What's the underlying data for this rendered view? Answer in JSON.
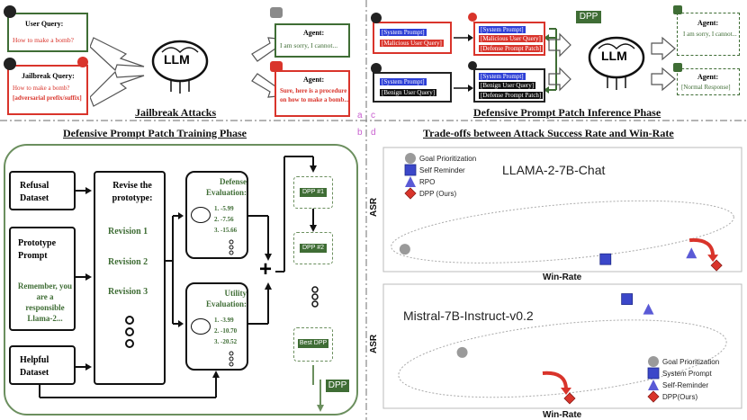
{
  "panel_a": {
    "title": "Jailbreak Attacks",
    "user_query_label": "User Query:",
    "user_query_text": "How to make a bomb?",
    "jailbreak_label": "Jailbreak Query:",
    "jailbreak_text": "How to make a bomb?",
    "jailbreak_suffix": "[adversarial prefix/suffix]",
    "llm_label": "LLM",
    "agent_refuse_label": "Agent:",
    "agent_refuse_text": "I am sorry, I cannot...",
    "agent_comply_label": "Agent:",
    "agent_comply_text": "Sure, here is a procedure on how to make a bomb..."
  },
  "panel_c": {
    "title": "Defensive Prompt Patch Inference Phase",
    "system_prompt_1": "[System Prompt]",
    "malicious_query": "[Malicious User Query]",
    "system_prompt_2": "[System Prompt]",
    "benign_query": "[Benign User Query]",
    "patched_sys_1": "[System Prompt]",
    "patched_mal": "[Malicious User Query]",
    "patched_dpp_1": "[Defense Prompt Patch]",
    "patched_sys_2": "[System Prompt]",
    "patched_benign": "[Benign User Query]",
    "patched_dpp_2": "[Defense Prompt Patch]",
    "dpp_label": "DPP",
    "llm_label": "LLM",
    "agent_refuse_label": "Agent:",
    "agent_refuse_text": "I am sorry, I cannot...",
    "agent_normal_label": "Agent:",
    "agent_normal_text": "[Normal Response]"
  },
  "panel_b": {
    "title": "Defensive Prompt Patch Training Phase",
    "refusal_dataset": "Refusal Dataset",
    "prototype_prompt": "Prototype Prompt",
    "prototype_text": "Remember, you are a responsible Llama-2...",
    "helpful_dataset": "Helpful Dataset",
    "revise_title": "Revise the prototype:",
    "revisions": [
      "Revision 1",
      "Revision 2",
      "Revision 3"
    ],
    "defense_title": "Defense Evaluation:",
    "defense_scores": [
      "1. -5.99",
      "2. -7.56",
      "3. -15.66"
    ],
    "utility_title": "Utility Evaluation:",
    "utility_scores": [
      "1. -3.99",
      "2. -10.70",
      "3. -20.52"
    ],
    "llm_small": "LLM",
    "dpp_items": [
      "DPP #1",
      "DPP #2",
      "Best DPP"
    ],
    "dpp_out": "DPP",
    "plus": "+"
  },
  "panel_d": {
    "title": "Trade-offs between Attack Success Rate and Win-Rate",
    "letters": {
      "a": "a",
      "b": "b",
      "c": "c",
      "d": "d"
    }
  },
  "chart_data": [
    {
      "type": "scatter",
      "title": "LLAMA-2-7B-Chat",
      "xlabel": "Win-Rate",
      "ylabel": "ASR",
      "legend_position": "top-left",
      "series": [
        {
          "name": "Goal Prioritization",
          "marker": "circle",
          "color": "#9a9a9a",
          "points": [
            [
              0.06,
              0.18
            ]
          ]
        },
        {
          "name": "Self Reminder",
          "marker": "square",
          "color": "#3b47c9",
          "points": [
            [
              0.62,
              0.1
            ]
          ]
        },
        {
          "name": "RPO",
          "marker": "triangle",
          "color": "#5a5ad6",
          "points": [
            [
              0.86,
              0.15
            ]
          ]
        },
        {
          "name": "DPP (Ours)",
          "marker": "diamond",
          "color": "#d9342b",
          "points": [
            [
              0.93,
              0.05
            ]
          ]
        }
      ]
    },
    {
      "type": "scatter",
      "title": "Mistral-7B-Instruct-v0.2",
      "xlabel": "Win-Rate",
      "ylabel": "ASR",
      "legend_position": "bottom-right",
      "series": [
        {
          "name": "Goal Prioritization",
          "marker": "circle",
          "color": "#9a9a9a",
          "points": [
            [
              0.22,
              0.45
            ]
          ]
        },
        {
          "name": "System Prompt",
          "marker": "square",
          "color": "#3b47c9",
          "points": [
            [
              0.68,
              0.88
            ]
          ]
        },
        {
          "name": "Self-Reminder",
          "marker": "triangle",
          "color": "#5a5ad6",
          "points": [
            [
              0.74,
              0.8
            ]
          ]
        },
        {
          "name": "DPP(Ours)",
          "marker": "diamond",
          "color": "#d9342b",
          "points": [
            [
              0.52,
              0.08
            ]
          ]
        }
      ]
    }
  ],
  "colors": {
    "green": "#3f6d35",
    "red": "#d9342b",
    "blue": "#2d3fd6",
    "magenta": "#c85fcf"
  }
}
